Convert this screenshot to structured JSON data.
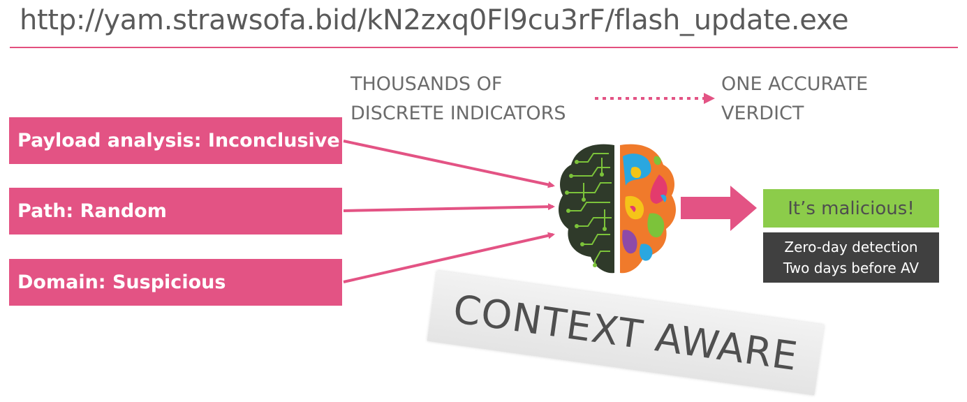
{
  "url": "http://yam.strawsofa.bid/kN2zxq0Fl9cu3rF/flash_update.exe",
  "heading_left": {
    "line1": "THOUSANDS OF",
    "line2": "DISCRETE INDICATORS"
  },
  "heading_right": {
    "line1": "ONE ACCURATE",
    "line2": "VERDICT"
  },
  "indicators": [
    {
      "label": "Payload analysis: Inconclusive"
    },
    {
      "label": "Path: Random"
    },
    {
      "label": "Domain: Suspicious"
    }
  ],
  "verdict": {
    "label": "It’s malicious!"
  },
  "detail": {
    "line1": "Zero-day detection",
    "line2": "Two days before AV"
  },
  "stamp": {
    "label": "CONTEXT AWARE"
  },
  "colors": {
    "accent_pink": "#e35384",
    "verdict_green": "#8ccc4a",
    "detail_dark": "#404040",
    "brain_left": "#2f3a2a",
    "brain_circuit": "#7cc33a"
  },
  "icons": {
    "brain": "brain-icon"
  }
}
